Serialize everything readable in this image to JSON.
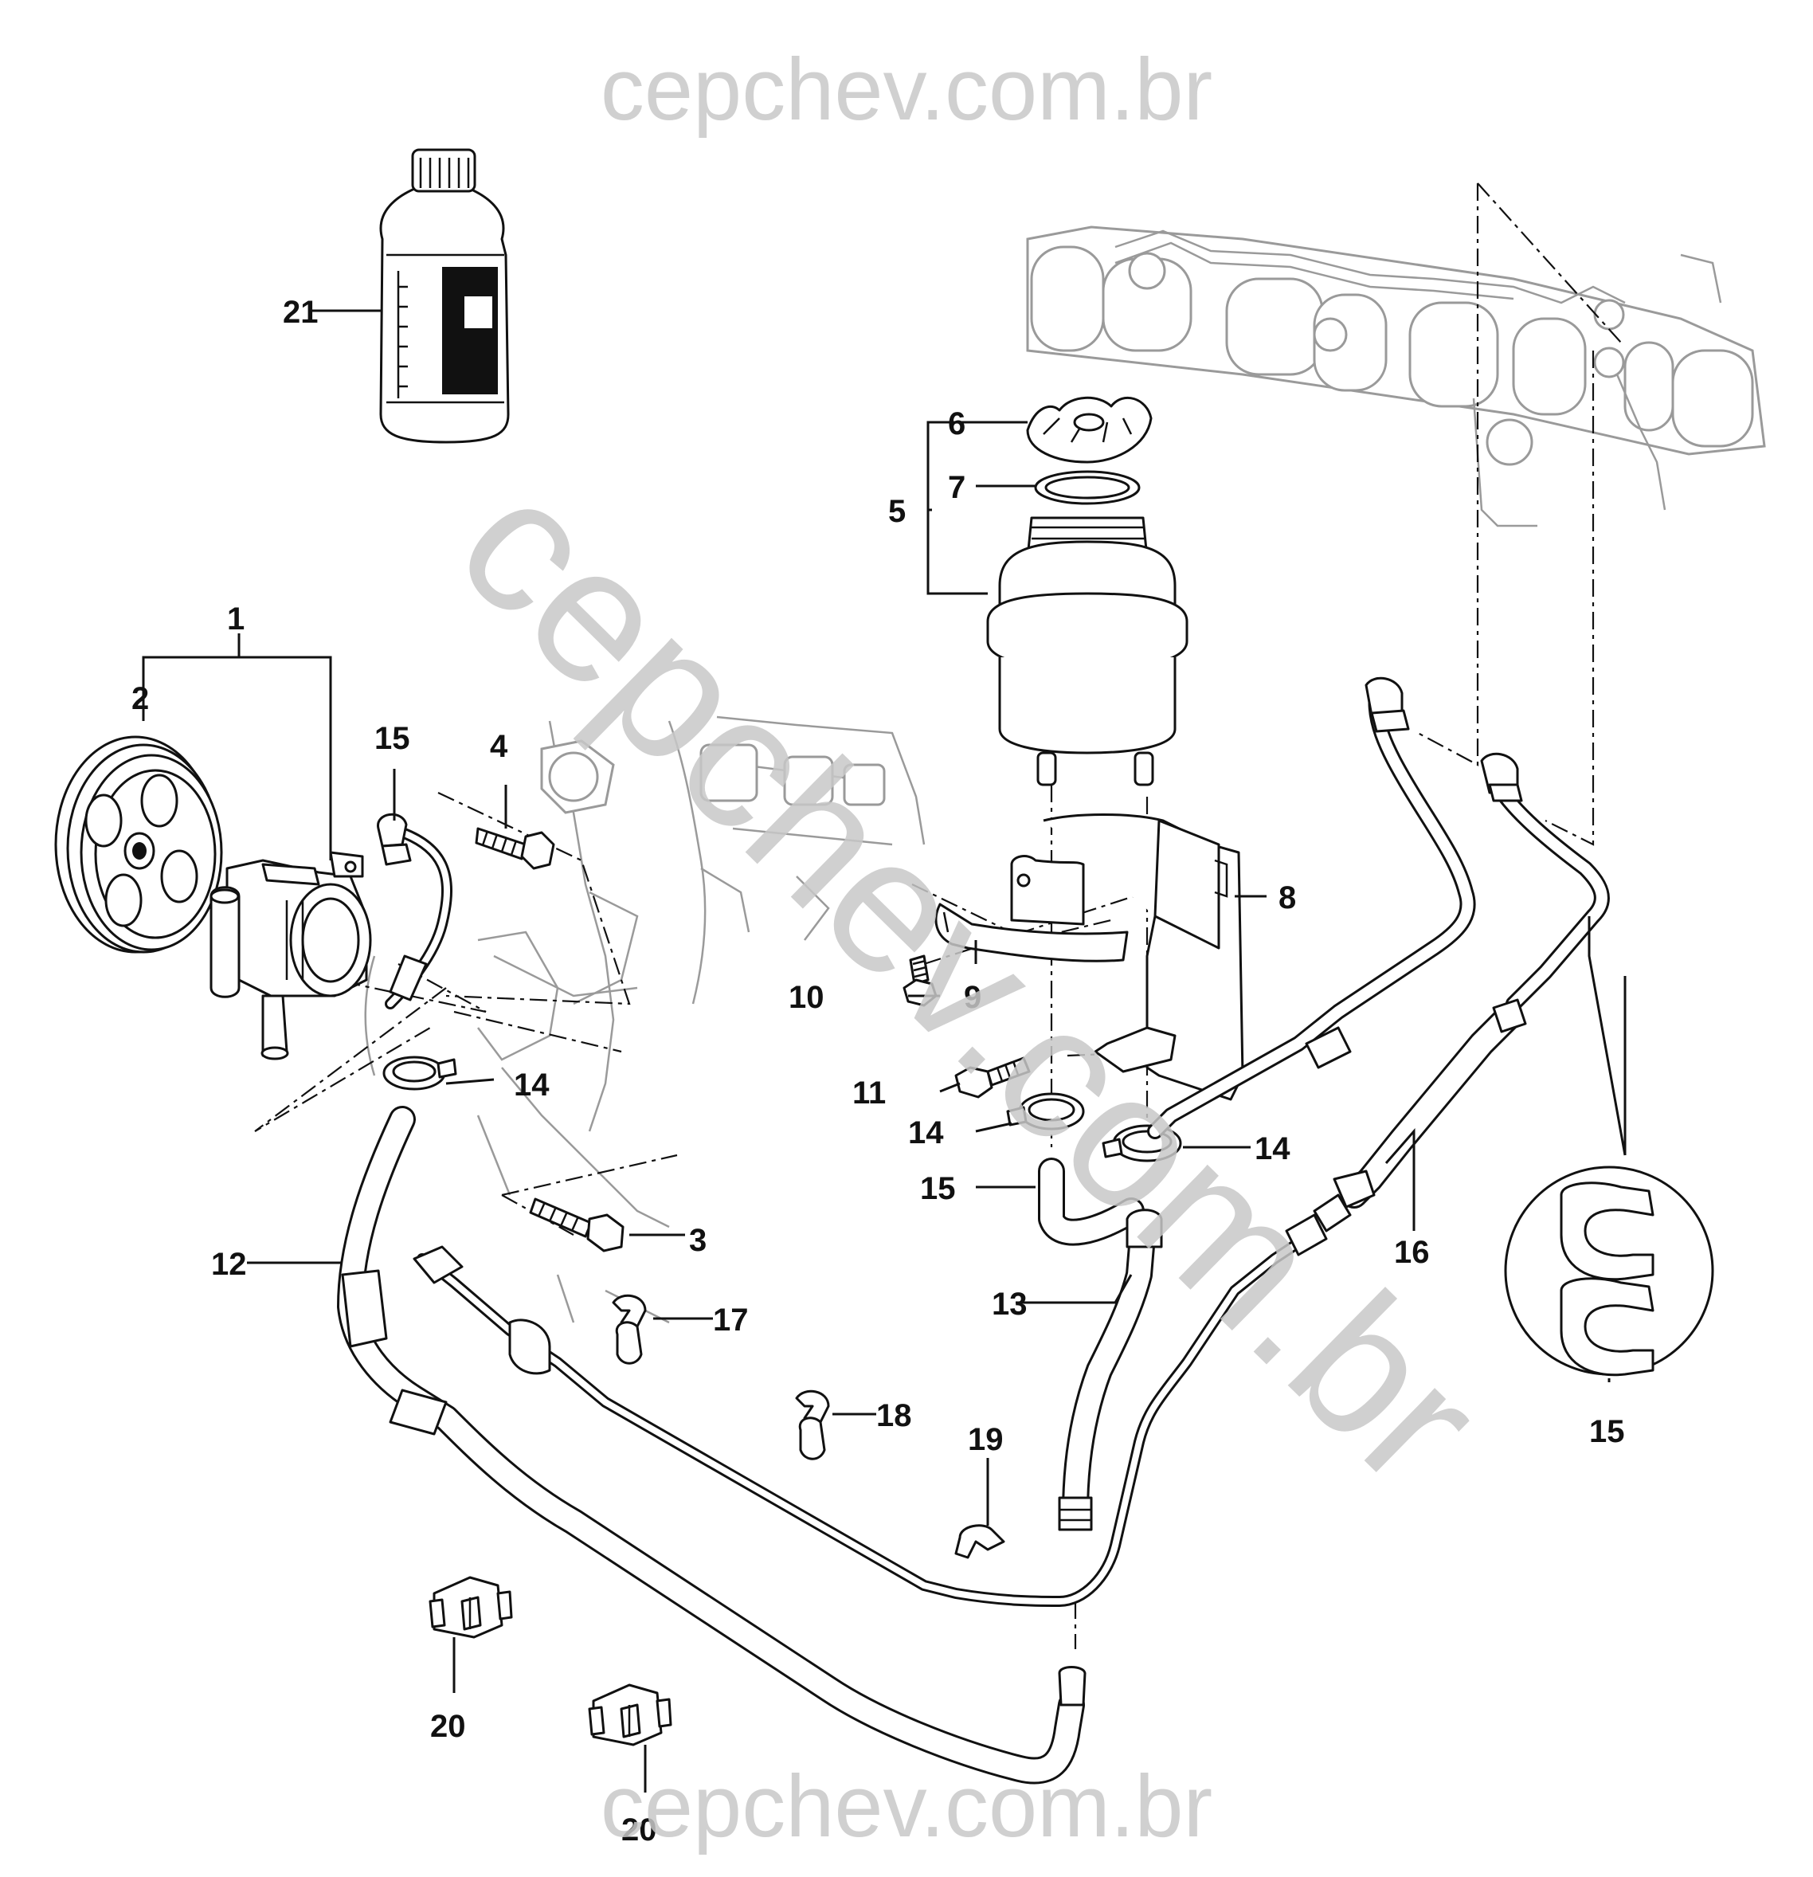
{
  "watermark": {
    "top": "cepchev.com.br",
    "bottom": "cepchev.com.br",
    "diagonal": "cepchev.com.br"
  },
  "callouts": [
    {
      "id": "1",
      "label": "1"
    },
    {
      "id": "2",
      "label": "2"
    },
    {
      "id": "3",
      "label": "3"
    },
    {
      "id": "4",
      "label": "4"
    },
    {
      "id": "5",
      "label": "5"
    },
    {
      "id": "6",
      "label": "6"
    },
    {
      "id": "7",
      "label": "7"
    },
    {
      "id": "8",
      "label": "8"
    },
    {
      "id": "9",
      "label": "9"
    },
    {
      "id": "10",
      "label": "10"
    },
    {
      "id": "11",
      "label": "11"
    },
    {
      "id": "12",
      "label": "12"
    },
    {
      "id": "13",
      "label": "13"
    },
    {
      "id": "14a",
      "label": "14"
    },
    {
      "id": "14b",
      "label": "14"
    },
    {
      "id": "14c",
      "label": "14"
    },
    {
      "id": "15a",
      "label": "15"
    },
    {
      "id": "15b",
      "label": "15"
    },
    {
      "id": "15c",
      "label": "15"
    },
    {
      "id": "16",
      "label": "16"
    },
    {
      "id": "17",
      "label": "17"
    },
    {
      "id": "18",
      "label": "18"
    },
    {
      "id": "19",
      "label": "19"
    },
    {
      "id": "20a",
      "label": "20"
    },
    {
      "id": "20b",
      "label": "20"
    },
    {
      "id": "21",
      "label": "21"
    }
  ]
}
